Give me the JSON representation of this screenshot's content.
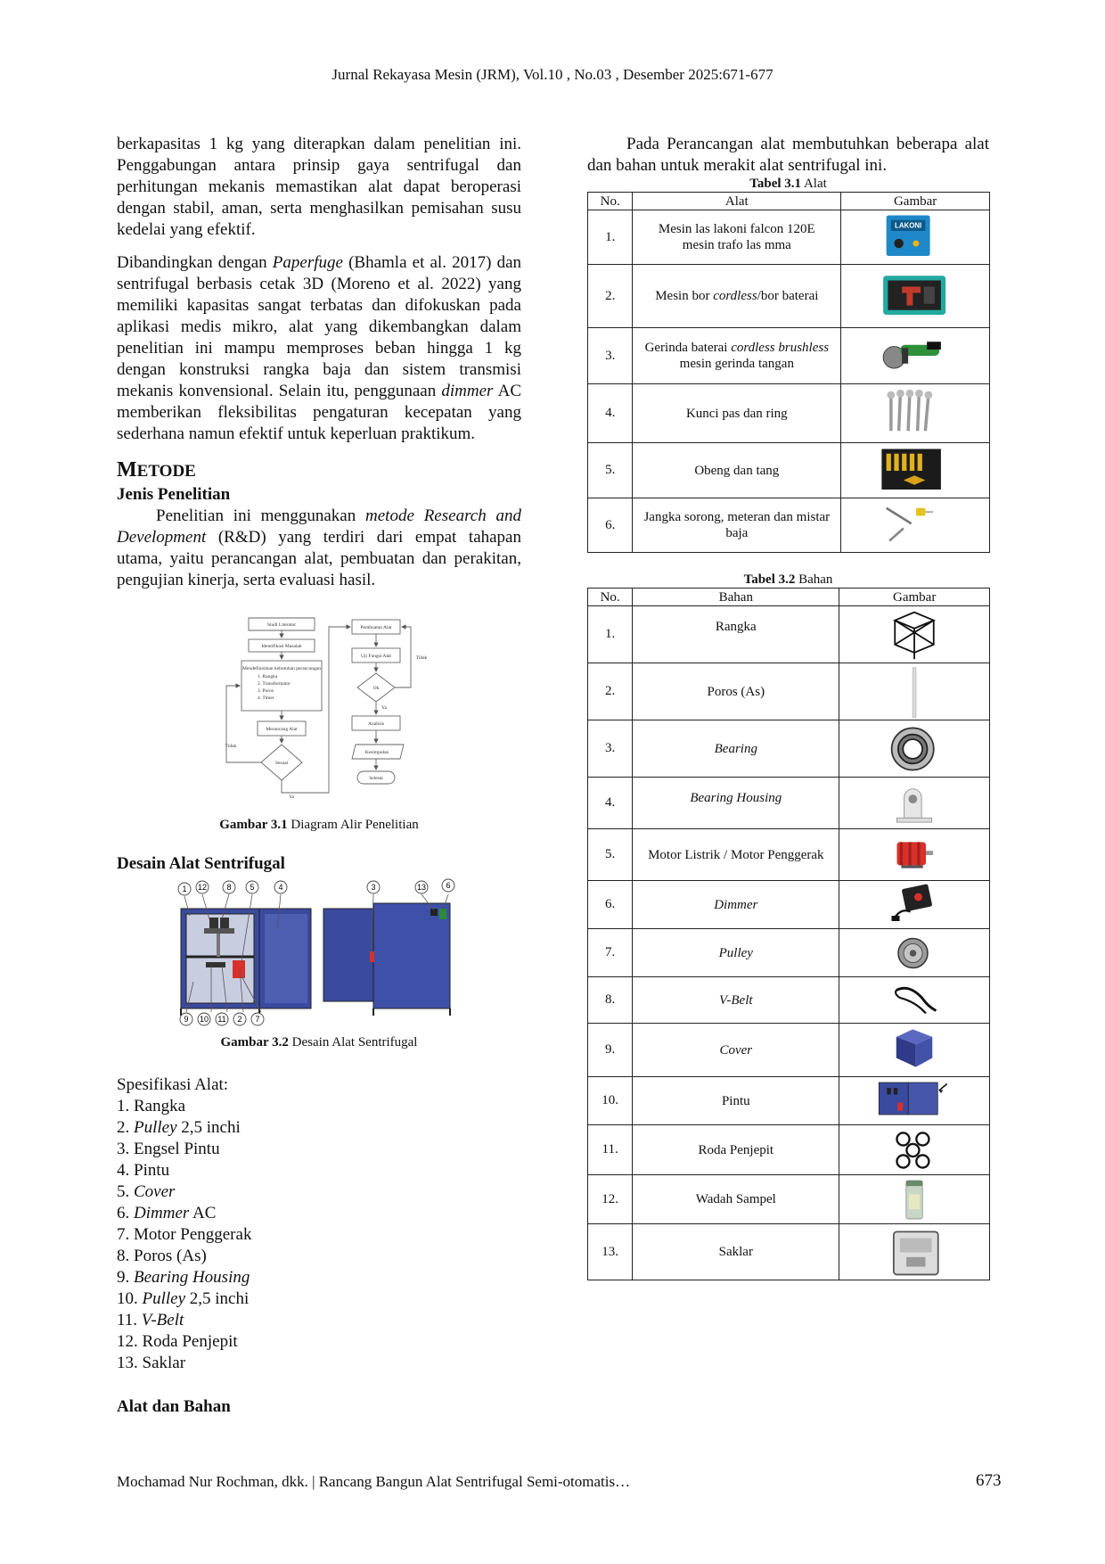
{
  "header": {
    "text": "Jurnal Rekayasa Mesin (JRM), Vol.10 , No.03 , Desember 2025:671-677"
  },
  "left": {
    "para1": "berkapasitas 1 kg yang diterapkan dalam penelitian ini. Penggabungan antara prinsip gaya sentrifugal dan perhitungan mekanis memastikan alat dapat beroperasi dengan stabil, aman, serta menghasilkan pemisahan susu kedelai yang efektif.",
    "para2_a": "Dibandingkan dengan ",
    "para2_it1": "Paperfuge",
    "para2_b": " (Bhamla et al. 2017) dan sentrifugal berbasis cetak 3D (Moreno et al. 2022) yang memiliki kapasitas sangat terbatas dan difokuskan pada aplikasi medis mikro, alat yang dikembangkan dalam penelitian ini mampu memproses beban hingga 1 kg dengan konstruksi rangka baja dan sistem transmisi mekanis konvensional. Selain itu, penggunaan ",
    "para2_it2": "dimmer",
    "para2_c": " AC memberikan fleksibilitas pengaturan kecepatan yang sederhana namun efektif untuk keperluan praktikum.",
    "section_first": "M",
    "section_rest": "ETODE",
    "sub1": "Jenis Penelitian",
    "para3_a": "Penelitian ini menggunakan ",
    "para3_it": "metode Research and Development",
    "para3_b": " (R&D) yang terdiri dari empat tahapan utama, yaitu perancangan alat, pembuatan dan perakitan, pengujian kinerja, serta evaluasi hasil.",
    "flow": {
      "studi": "Studi Literatur",
      "identifikasi": "Identifikasi Masalah",
      "kebutuhan": "Mendefinisikan kebutuhan perancangan",
      "list": [
        "1.  Rangka",
        "2.  Transformator",
        "3.  Poros",
        "4.  Timer"
      ],
      "merancang": "Merancang Alat",
      "sesuai": "Sesuai",
      "pembuatan": "Pembuatan Alat",
      "uji": "Uji Fungsi Alat",
      "ok": "Ok",
      "analisis": "Analisis",
      "kesimpulan": "Kesimpulan",
      "selesai": "Selesai",
      "tidak1": "Tidak",
      "tidak2": "Tidak",
      "ya1": "Ya",
      "ya2": "Ya"
    },
    "fig1_bold": "Gambar 3.1",
    "fig1_text": " Diagram Alir  Penelitian",
    "sub2": "Desain Alat Sentrifugal",
    "callouts_top_left": [
      "1",
      "12",
      "8",
      "5",
      "4"
    ],
    "callouts_top_right": [
      "3",
      "13",
      "6"
    ],
    "callouts_bottom": [
      "9",
      "10",
      "11",
      "2",
      "7"
    ],
    "fig2_bold": "Gambar 3.2",
    "fig2_text": " Desain Alat Sentrifugal",
    "spec_title": "Spesifikasi Alat:",
    "spec": [
      {
        "n": "1. ",
        "it": "",
        "t": "Rangka"
      },
      {
        "n": "2. ",
        "it": "Pulley",
        "t": " 2,5 inchi"
      },
      {
        "n": "3. ",
        "it": "",
        "t": "Engsel Pintu"
      },
      {
        "n": "4. ",
        "it": "",
        "t": "Pintu"
      },
      {
        "n": "5. ",
        "it": "Cover",
        "t": ""
      },
      {
        "n": "6. ",
        "it": "Dimmer",
        "t": " AC"
      },
      {
        "n": "7. ",
        "it": "",
        "t": "Motor Penggerak"
      },
      {
        "n": "8. ",
        "it": "",
        "t": "Poros (As)"
      },
      {
        "n": "9. ",
        "it": "Bearing Housing",
        "t": ""
      },
      {
        "n": "10. ",
        "it": "Pulley",
        "t": " 2,5 inchi"
      },
      {
        "n": "11. ",
        "it": "V-Belt",
        "t": ""
      },
      {
        "n": "12. ",
        "it": "",
        "t": "Roda Penjepit"
      },
      {
        "n": "13. ",
        "it": "",
        "t": "Saklar"
      }
    ],
    "sub3": "Alat dan Bahan"
  },
  "right": {
    "intro": "Pada Perancangan alat membutuhkan beberapa alat dan bahan untuk merakit alat sentrifugal ini.",
    "t1_bold": "Tabel 3.1",
    "t1_text": " Alat",
    "t1_headers": [
      "No.",
      "Alat",
      "Gambar"
    ],
    "t1_rows": [
      {
        "no": "1.",
        "parts": [
          [
            "Mesin las lakoni falcon 120E mesin trafo las mma",
            ""
          ]
        ],
        "icon": "welder-icon"
      },
      {
        "no": "2.",
        "parts": [
          [
            "Mesin bor ",
            ""
          ],
          [
            "cordless",
            "it"
          ],
          [
            "/bor baterai",
            ""
          ]
        ],
        "icon": "drill-icon"
      },
      {
        "no": "3.",
        "parts": [
          [
            "Gerinda baterai ",
            ""
          ],
          [
            "cordless brushless",
            "it"
          ],
          [
            " mesin gerinda tangan",
            ""
          ]
        ],
        "icon": "grinder-icon"
      },
      {
        "no": "4.",
        "parts": [
          [
            "Kunci pas dan ring",
            ""
          ]
        ],
        "icon": "wrench-icon"
      },
      {
        "no": "5.",
        "parts": [
          [
            "Obeng dan tang",
            ""
          ]
        ],
        "icon": "screwdriver-icon"
      },
      {
        "no": "6.",
        "parts": [
          [
            "Jangka sorong, meteran dan mistar baja",
            ""
          ]
        ],
        "icon": "caliper-icon"
      }
    ],
    "t2_bold": "Tabel 3.2",
    "t2_text": " Bahan",
    "t2_headers": [
      "No.",
      "Bahan",
      "Gambar"
    ],
    "t2_rows": [
      {
        "no": "1.",
        "text": "Rangka",
        "it": false,
        "icon": "frame-icon"
      },
      {
        "no": "2.",
        "text": "Poros (As)",
        "it": false,
        "icon": "shaft-icon"
      },
      {
        "no": "3.",
        "text": "Bearing",
        "it": true,
        "icon": "bearing-icon"
      },
      {
        "no": "4.",
        "text": "Bearing Housing",
        "it": true,
        "icon": "bearing-housing-icon"
      },
      {
        "no": "5.",
        "text": "Motor Listrik / Motor Penggerak",
        "it": false,
        "icon": "motor-icon"
      },
      {
        "no": "6.",
        "text": "Dimmer",
        "it": true,
        "icon": "dimmer-icon"
      },
      {
        "no": "7.",
        "text": "Pulley",
        "it": true,
        "icon": "pulley-icon"
      },
      {
        "no": "8.",
        "text": "V-Belt",
        "it": true,
        "icon": "vbelt-icon"
      },
      {
        "no": "9.",
        "text": "Cover",
        "it": true,
        "icon": "cover-icon"
      },
      {
        "no": "10.",
        "text": "Pintu",
        "it": false,
        "icon": "door-icon"
      },
      {
        "no": "11.",
        "text": "Roda Penjepit",
        "it": false,
        "icon": "clamp-wheel-icon"
      },
      {
        "no": "12.",
        "text": "Wadah Sampel",
        "it": false,
        "icon": "sample-container-icon"
      },
      {
        "no": "13.",
        "text": "Saklar",
        "it": false,
        "icon": "switch-icon"
      }
    ]
  },
  "footer": {
    "left": "Mochamad Nur Rochman, dkk. | Rancang Bangun Alat Sentrifugal Semi-otomatis…",
    "page": "673"
  },
  "colors": {
    "cover_blue": "#3a4a9e",
    "motor_red": "#d8302a",
    "text": "#111111"
  }
}
